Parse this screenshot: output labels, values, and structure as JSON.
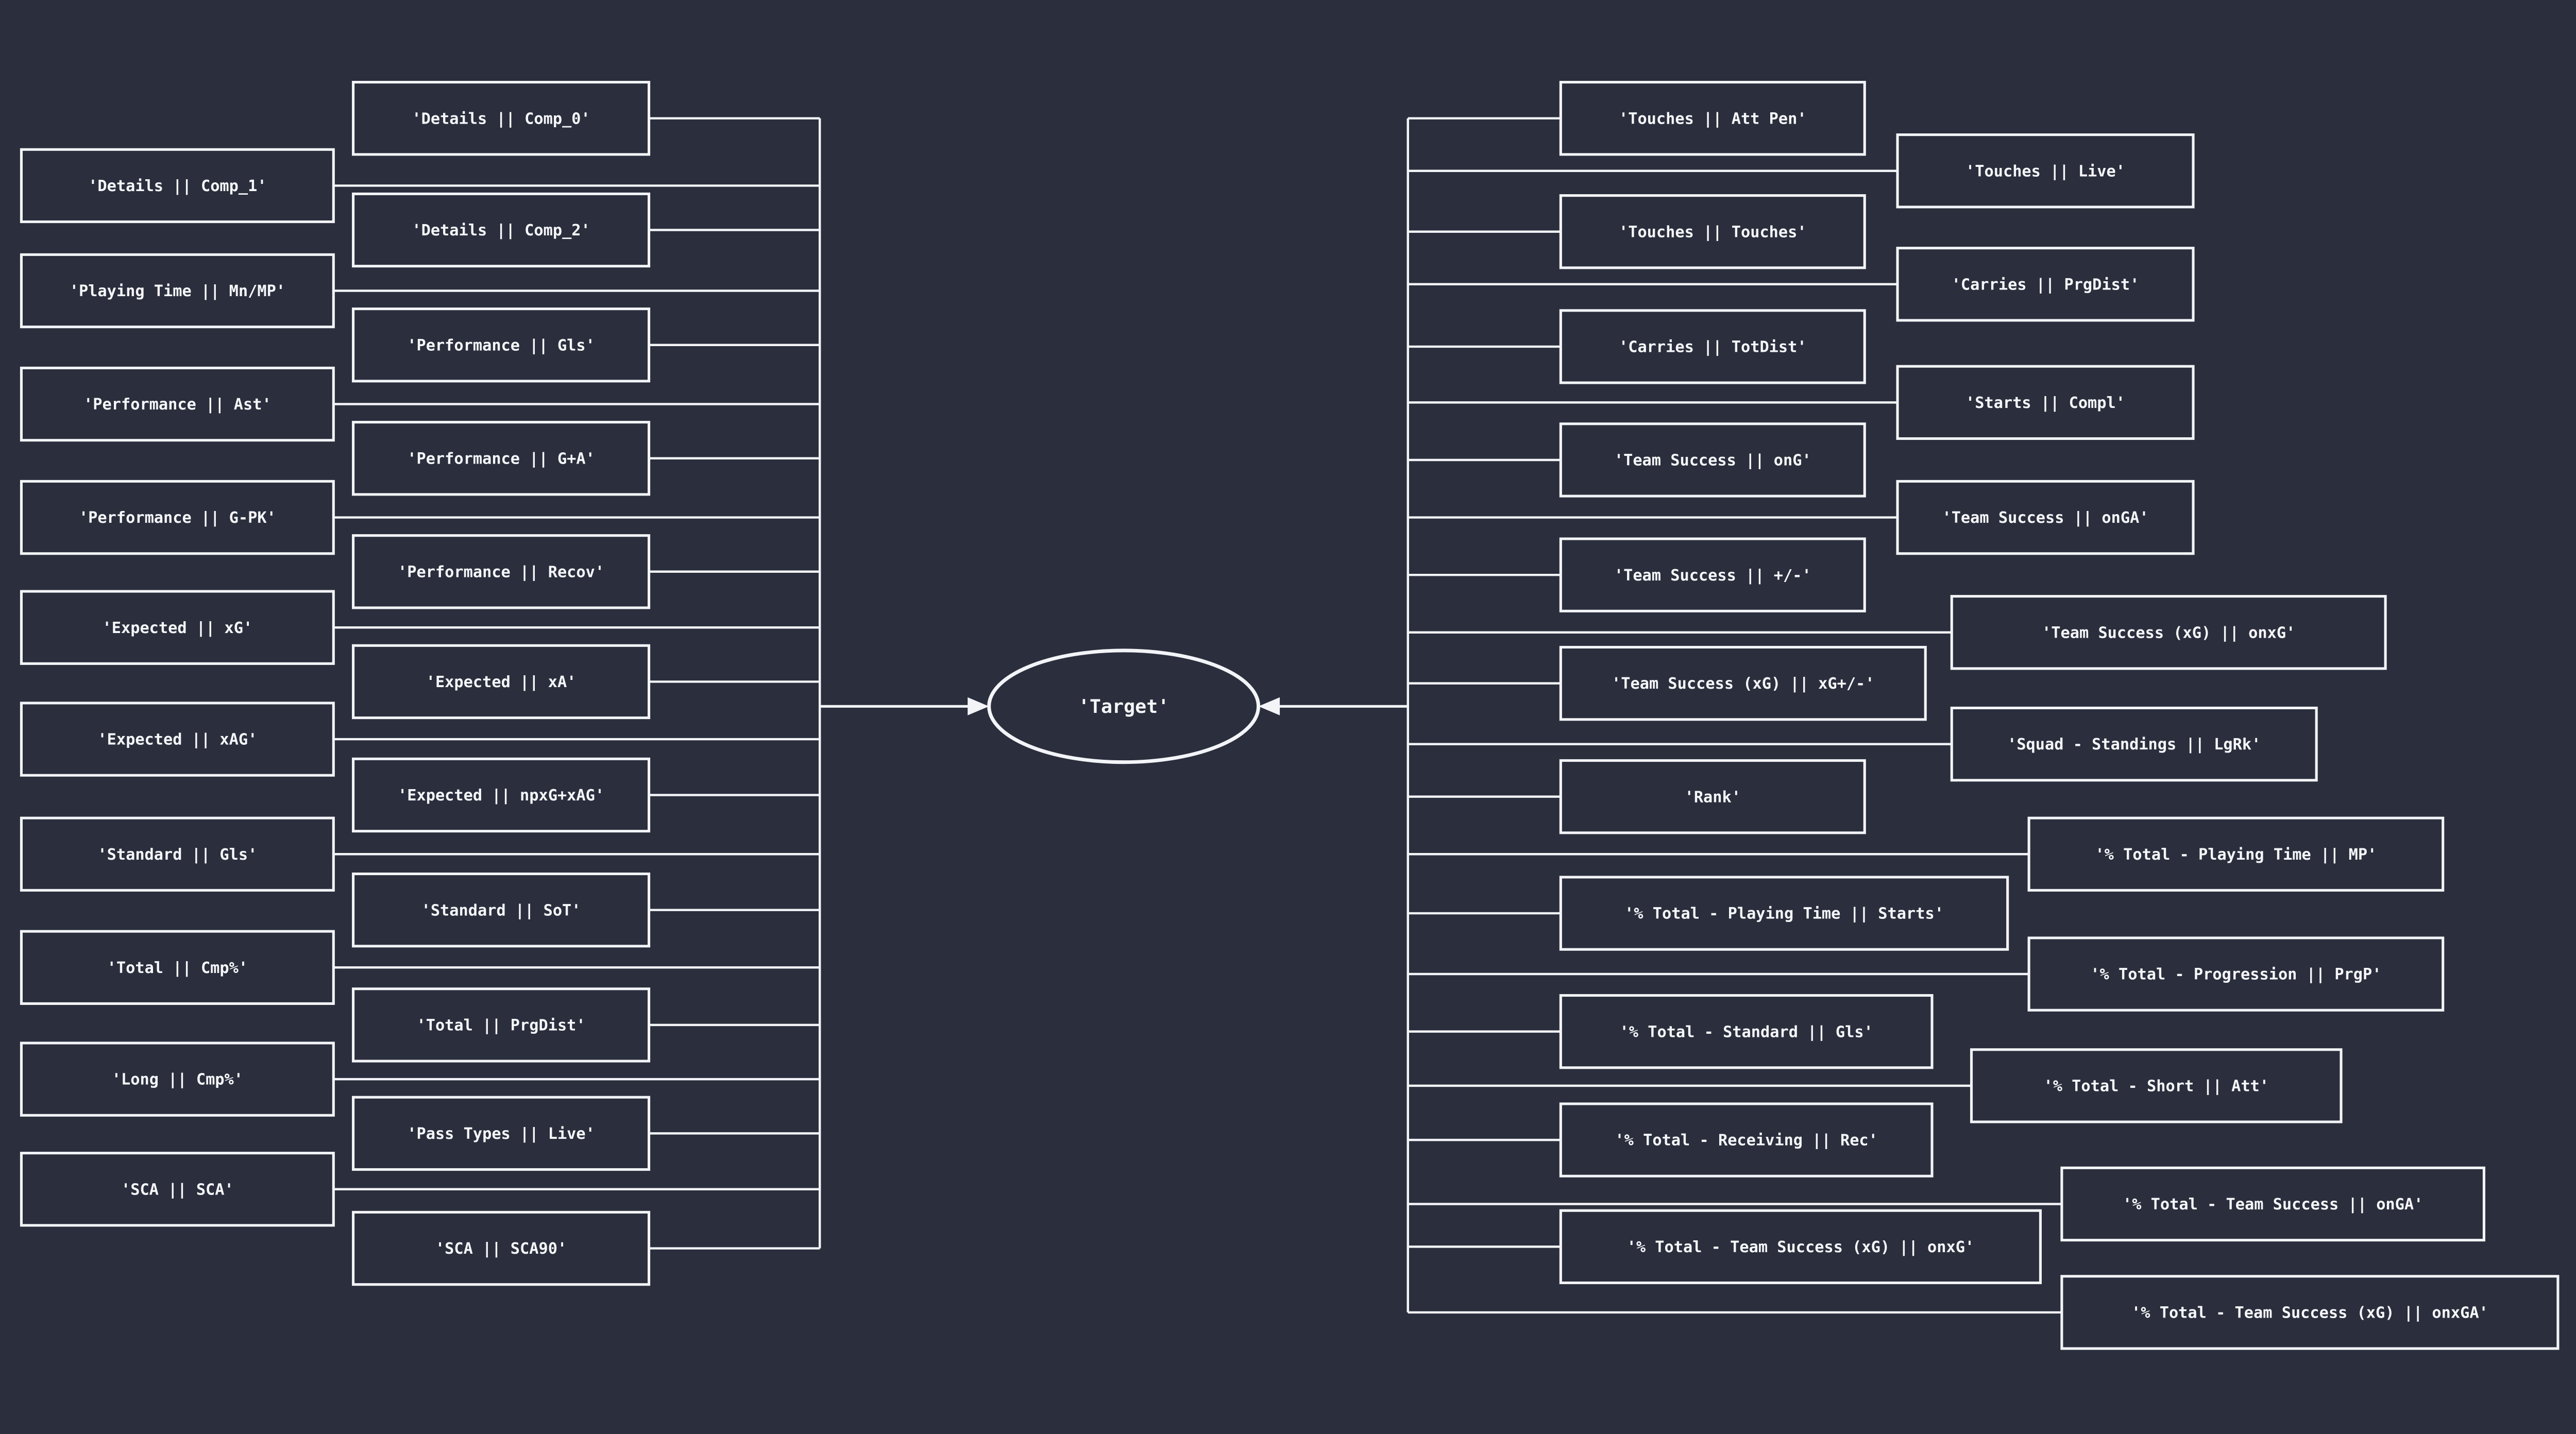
{
  "colors": {
    "background": "#2b2e3c",
    "node_fill": "#2b2e3c",
    "line": "#f2f4f8",
    "text": "#f5f7fa"
  },
  "diagram": {
    "target_label": "'Target'",
    "left_group_1": [
      "'Details || Comp_1'",
      "'Playing Time || Mn/MP'",
      "'Performance || Ast'",
      "'Performance || G-PK'",
      "'Expected || xG'",
      "'Expected || xAG'",
      "'Standard || Gls'",
      "'Total || Cmp%'",
      "'Long || Cmp%'",
      "'SCA || SCA'"
    ],
    "left_group_2": [
      "'Details || Comp_0'",
      "'Details || Comp_2'",
      "'Performance || Gls'",
      "'Performance || G+A'",
      "'Performance || Recov'",
      "'Expected || xA'",
      "'Expected || npxG+xAG'",
      "'Standard || SoT'",
      "'Total || PrgDist'",
      "'Pass Types || Live'",
      "'SCA || SCA90'"
    ],
    "right_group_1": [
      "'Touches || Att Pen'",
      "'Touches || Touches'",
      "'Carries || TotDist'",
      "'Team Success || onG'",
      "'Team Success || +/-'",
      "'Team Success (xG) || xG+/-'",
      "'Rank'",
      "'% Total - Playing Time || Starts'",
      "'% Total - Standard || Gls'",
      "'% Total - Receiving || Rec'",
      "'% Total - Team Success (xG) || onxG'"
    ],
    "right_group_2": [
      "'Touches || Live'",
      "'Carries || PrgDist'",
      "'Starts || Compl'",
      "'Team Success || onGA'",
      "'Team Success (xG) || onxG'",
      "'Squad - Standings || LgRk'",
      "'% Total - Playing Time || MP'",
      "'% Total - Progression || PrgP'",
      "'% Total - Short || Att'",
      "'% Total - Team Success || onGA'",
      "'% Total - Team Success (xG) || onxGA'"
    ]
  }
}
